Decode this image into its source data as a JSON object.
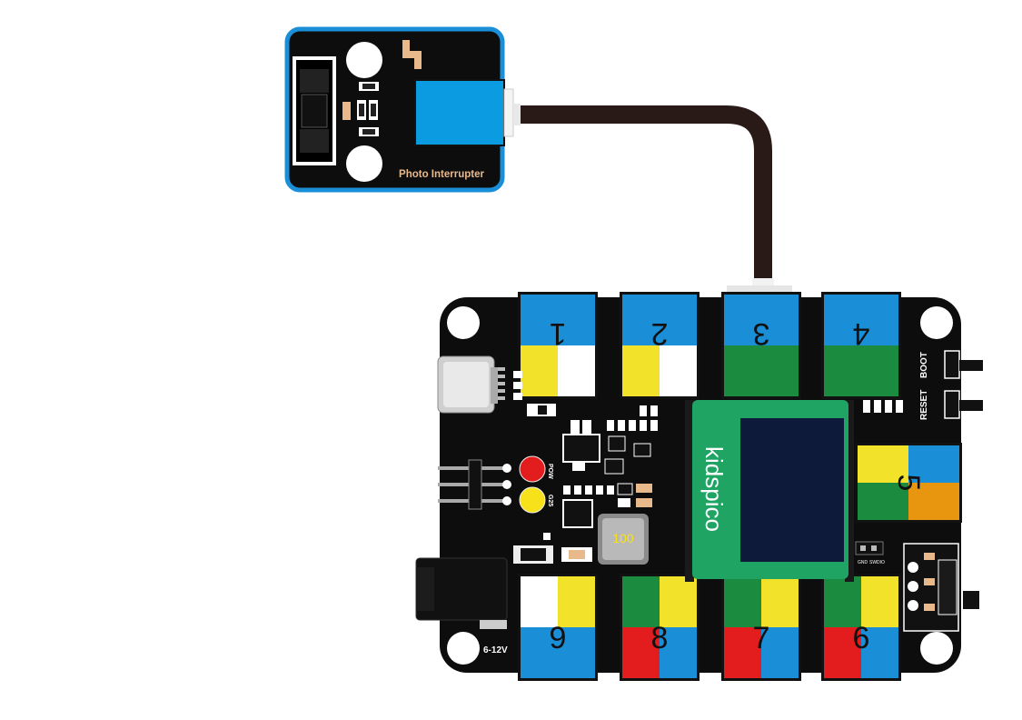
{
  "sensor_module": {
    "label": "Photo Interrupter"
  },
  "main_board": {
    "brand": "kidspico",
    "buttons": [
      "BOOT",
      "RESET"
    ],
    "led_labels": [
      "POW",
      "G25"
    ],
    "power_input_label": "6-12V",
    "inductor_marking": "100",
    "debug_header_labels": [
      "GND",
      "SWDIO"
    ],
    "ports": [
      {
        "number": "1",
        "colors": [
          "#1a8fd8",
          "#f2e22a",
          "#ffffff"
        ]
      },
      {
        "number": "2",
        "colors": [
          "#1a8fd8",
          "#f2e22a",
          "#ffffff"
        ]
      },
      {
        "number": "3",
        "colors": [
          "#1a8fd8",
          "#1b8c3f",
          "#1b8c3f"
        ]
      },
      {
        "number": "4",
        "colors": [
          "#1a8fd8",
          "#1b8c3f",
          "#1b8c3f"
        ]
      },
      {
        "number": "5",
        "colors": [
          "#f2e22a",
          "#1a8fd8",
          "#1b8c3f",
          "#e8950f"
        ]
      },
      {
        "number": "6",
        "colors": [
          "#1b8c3f",
          "#f2e22a",
          "#e31d1d",
          "#1a8fd8"
        ]
      },
      {
        "number": "7",
        "colors": [
          "#1b8c3f",
          "#f2e22a",
          "#e31d1d",
          "#1a8fd8"
        ]
      },
      {
        "number": "8",
        "colors": [
          "#1b8c3f",
          "#f2e22a",
          "#e31d1d",
          "#1a8fd8"
        ]
      },
      {
        "number": "9",
        "colors": [
          "#ffffff",
          "#f2e22a",
          "#1a8fd8",
          "#1a8fd8"
        ]
      }
    ]
  },
  "colors": {
    "board": "#0d0d0d",
    "sensor_border": "#1a8fd8",
    "connector_blue": "#0a9be0",
    "cable": "#2a1a17",
    "oled_frame": "#1fa463",
    "oled_screen": "#0d1a3a",
    "led_red": "#e31d1d",
    "led_yellow": "#f7e11b",
    "silk_gold": "#e7b98b"
  }
}
